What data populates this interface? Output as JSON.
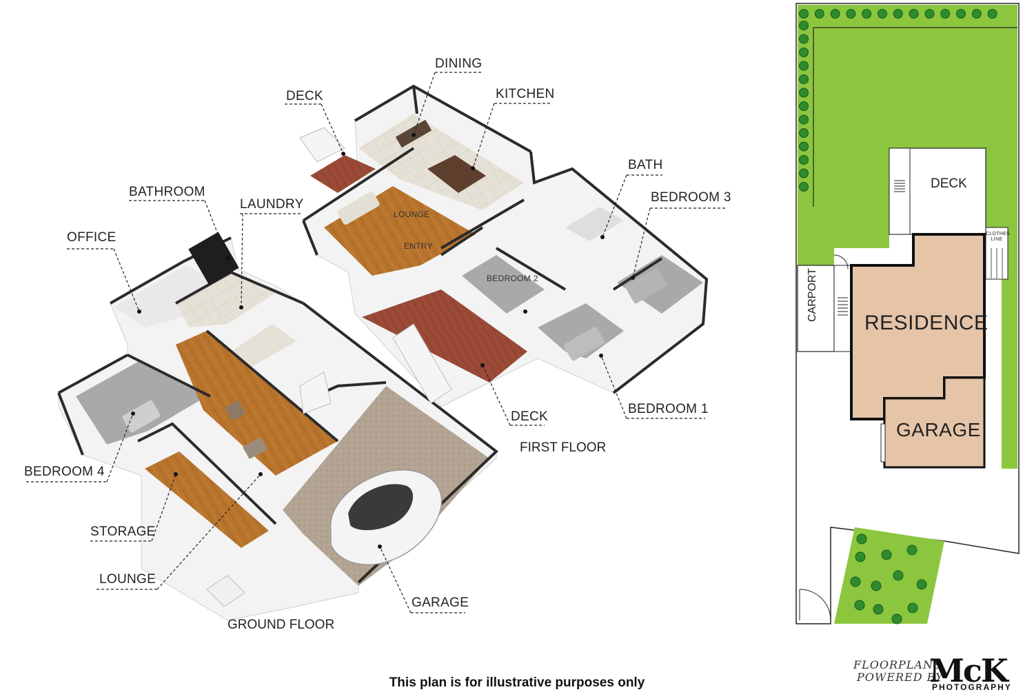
{
  "ground_floor": {
    "title": "GROUND FLOOR",
    "rooms": {
      "office": "OFFICE",
      "bathroom": "BATHROOM",
      "laundry": "LAUNDRY",
      "bedroom4": "BEDROOM 4",
      "storage": "STORAGE",
      "lounge": "LOUNGE",
      "garage": "GARAGE"
    }
  },
  "first_floor": {
    "title": "FIRST FLOOR",
    "rooms": {
      "deck_top": "DECK",
      "dining": "DINING",
      "kitchen": "KITCHEN",
      "bath": "BATH",
      "bedroom3": "BEDROOM 3",
      "bedroom2": "BEDROOM 2",
      "bedroom1": "BEDROOM 1",
      "deck_bottom": "DECK",
      "lounge_inner": "LOUNGE",
      "entry_inner": "ENTRY"
    }
  },
  "site_plan": {
    "deck": "DECK",
    "carport": "CARPORT",
    "clothes_line": "CLOTHES LINE",
    "residence": "RESIDENCE",
    "garage": "GARAGE"
  },
  "branding": {
    "line1": "FLOORPLANS",
    "line2": "POWERED BY",
    "logo": "McK",
    "sub": "PHOTOGRAPHY"
  },
  "disclaimer": "This plan is for illustrative purposes only",
  "colors": {
    "lawn": "#8cc63f",
    "shrub": "#2e8b2e",
    "residence": "#e5c4a8",
    "wood_floor": "#b8742d",
    "deck_floor": "#9a4a36",
    "carpet": "#a7a9ab",
    "garage_floor": "#b3a393",
    "wall_top": "#2b2b2b",
    "wall_side": "#f0f0f0"
  }
}
